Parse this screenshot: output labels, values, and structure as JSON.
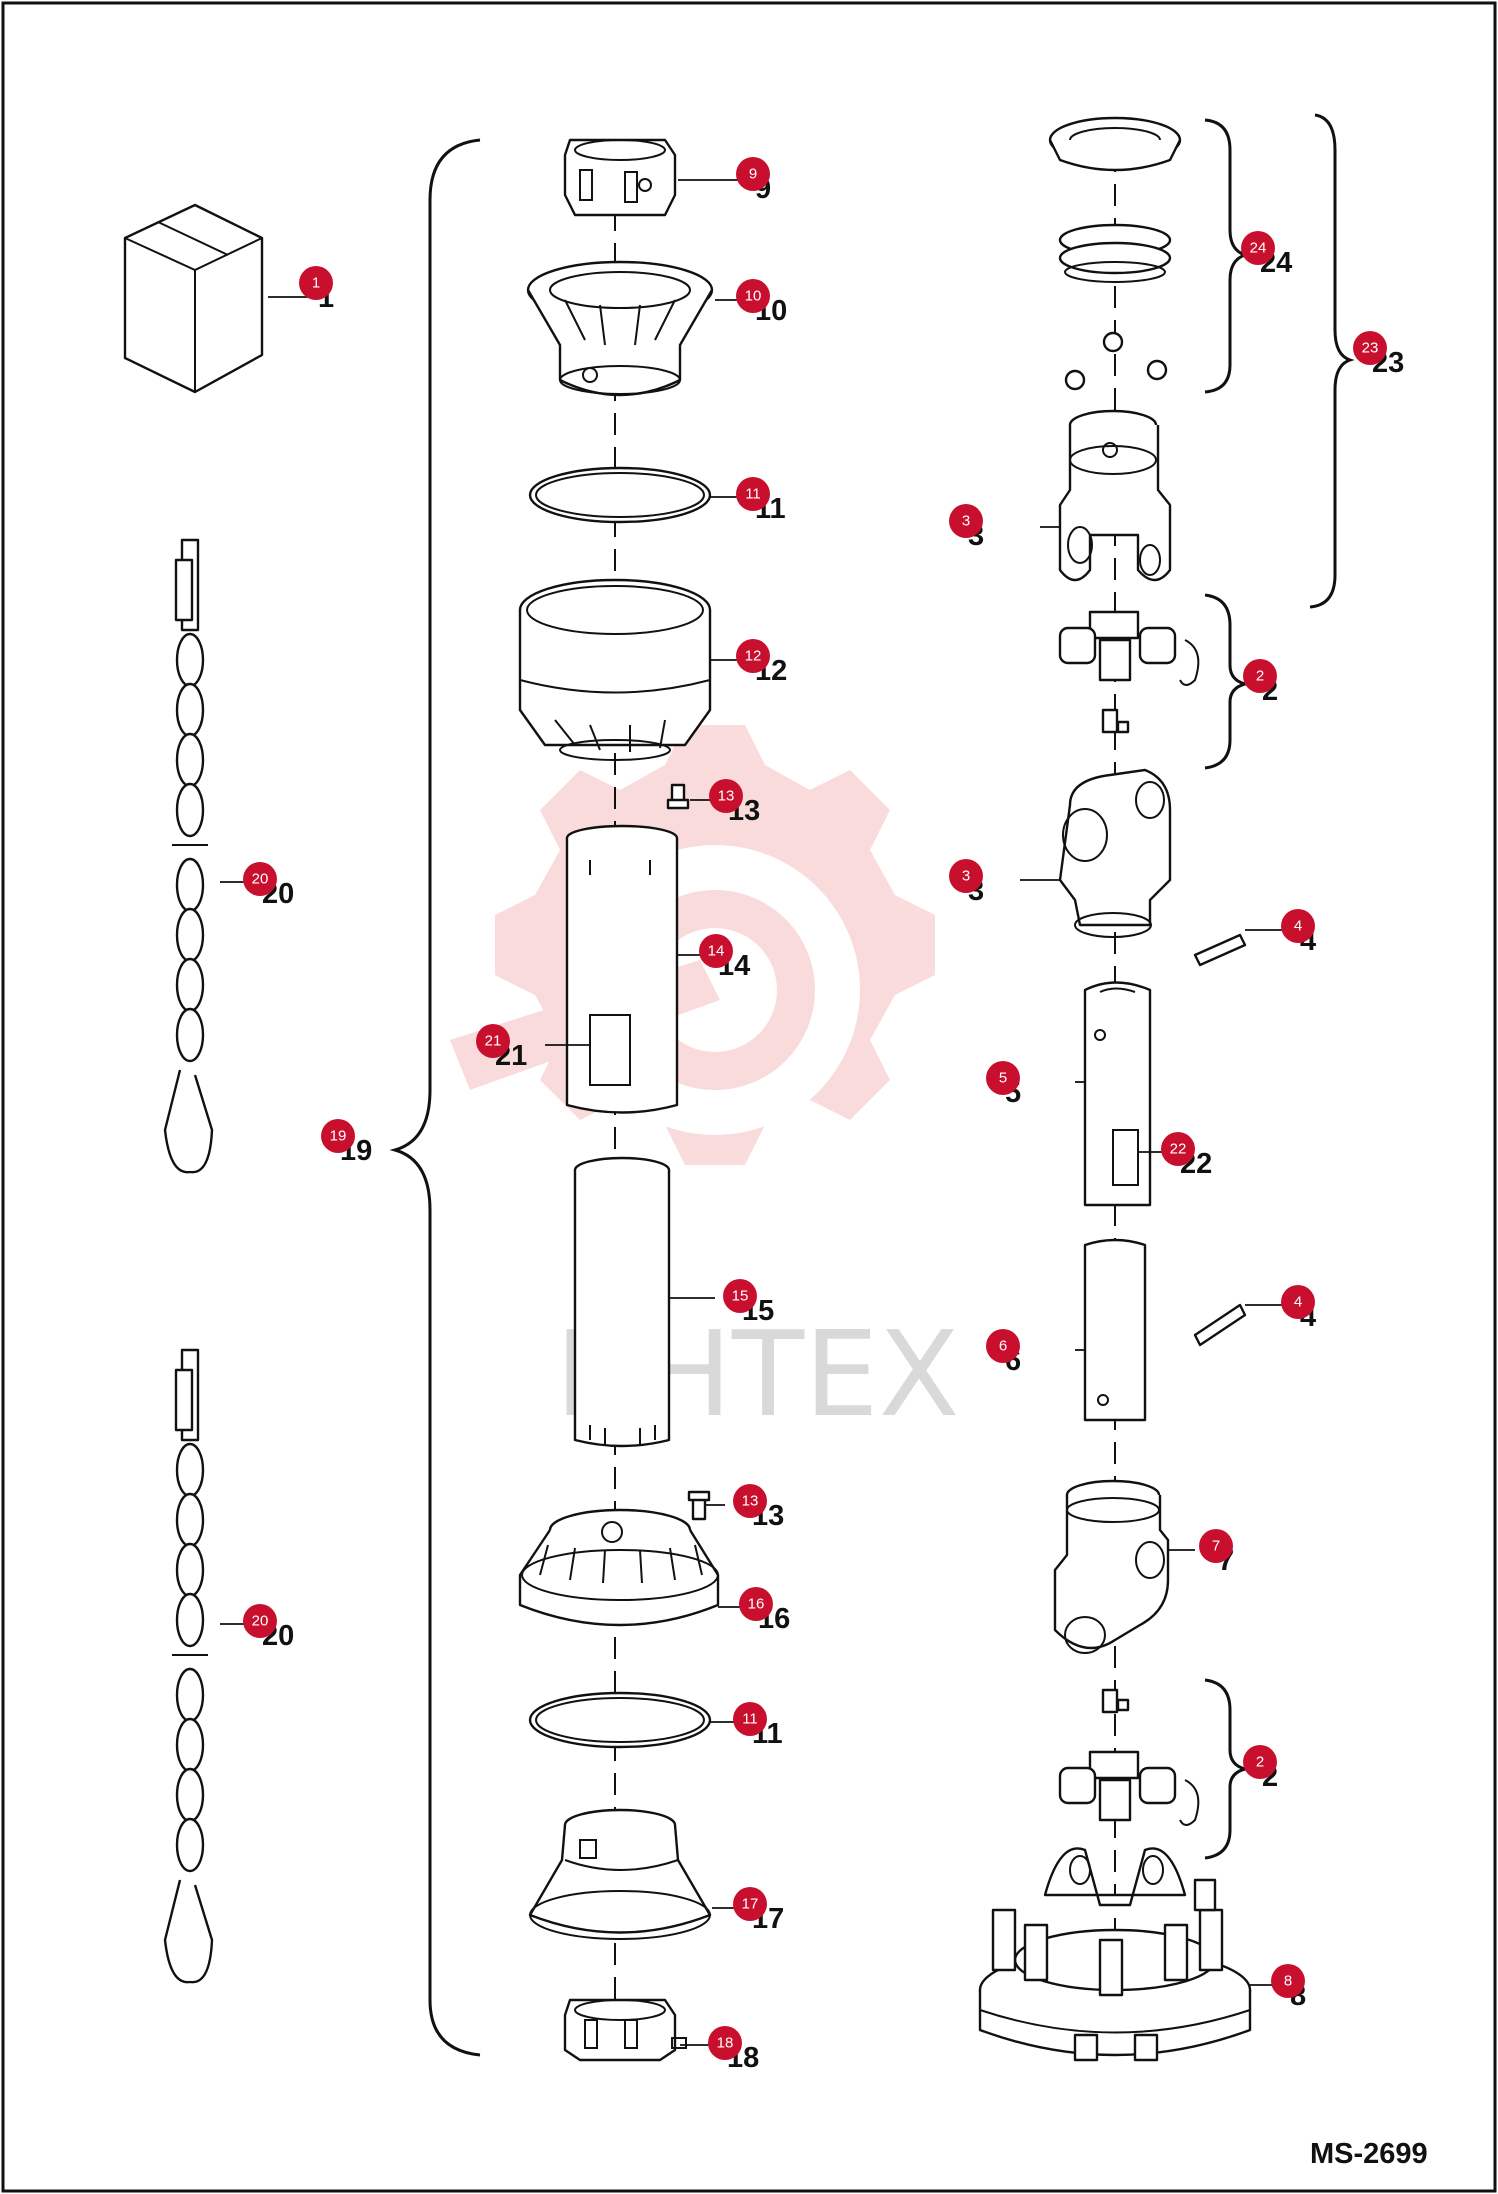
{
  "diagram": {
    "drawing_code": "MS-2699",
    "watermark_text": "ИНТЕХ",
    "accent_color": "#c8102e",
    "parts": [
      {
        "id": "p1",
        "label": "1",
        "badge": "1"
      },
      {
        "id": "p9",
        "label": "9",
        "badge": "9"
      },
      {
        "id": "p10",
        "label": "10",
        "badge": "10"
      },
      {
        "id": "p11a",
        "label": "11",
        "badge": "11"
      },
      {
        "id": "p12",
        "label": "12",
        "badge": "12"
      },
      {
        "id": "p13a",
        "label": "13",
        "badge": "13"
      },
      {
        "id": "p14",
        "label": "14",
        "badge": "14"
      },
      {
        "id": "p21",
        "label": "21",
        "badge": "21"
      },
      {
        "id": "p15",
        "label": "15",
        "badge": "15"
      },
      {
        "id": "p13b",
        "label": "13",
        "badge": "13"
      },
      {
        "id": "p16",
        "label": "16",
        "badge": "16"
      },
      {
        "id": "p11b",
        "label": "11",
        "badge": "11"
      },
      {
        "id": "p17",
        "label": "17",
        "badge": "17"
      },
      {
        "id": "p18",
        "label": "18",
        "badge": "18"
      },
      {
        "id": "p19",
        "label": "19",
        "badge": "19"
      },
      {
        "id": "p20a",
        "label": "20",
        "badge": "20"
      },
      {
        "id": "p20b",
        "label": "20",
        "badge": "20"
      },
      {
        "id": "p24",
        "label": "24",
        "badge": "24"
      },
      {
        "id": "p23",
        "label": "23",
        "badge": "23"
      },
      {
        "id": "p3a",
        "label": "3",
        "badge": "3"
      },
      {
        "id": "p2a",
        "label": "2",
        "badge": "2"
      },
      {
        "id": "p3b",
        "label": "3",
        "badge": "3"
      },
      {
        "id": "p4a",
        "label": "4",
        "badge": "4"
      },
      {
        "id": "p5",
        "label": "5",
        "badge": "5"
      },
      {
        "id": "p22",
        "label": "22",
        "badge": "22"
      },
      {
        "id": "p4b",
        "label": "4",
        "badge": "4"
      },
      {
        "id": "p6",
        "label": "6",
        "badge": "6"
      },
      {
        "id": "p7",
        "label": "7",
        "badge": "7"
      },
      {
        "id": "p2b",
        "label": "2",
        "badge": "2"
      },
      {
        "id": "p8",
        "label": "8",
        "badge": "8"
      }
    ]
  }
}
